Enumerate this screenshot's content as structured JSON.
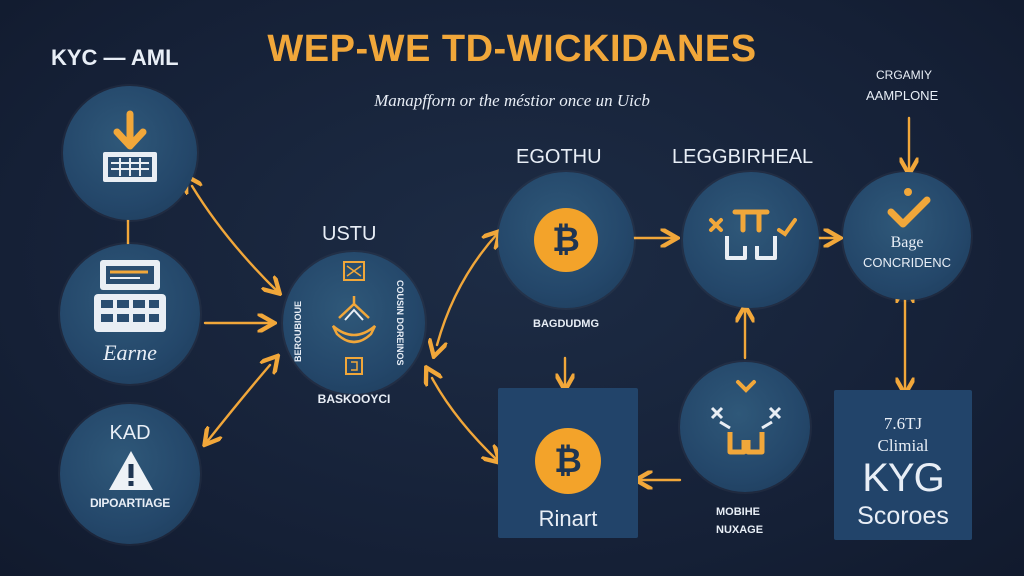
{
  "header": {
    "title": "WEP-WE TD-WICKIDANES",
    "subtitle": "Manapfforn or the méstior once un Uicb",
    "corner_label": "KYC — AML"
  },
  "nodes": {
    "kyc_download": {
      "label": ""
    },
    "earne": {
      "label": "Earne"
    },
    "kad": {
      "title": "KAD",
      "caption": "DIPOARTIAGE"
    },
    "hub": {
      "title": "USTU",
      "left_text": "BEROUBIOUE",
      "right_text": "COUSIN DOREINOS",
      "bottom_text": "BASKOOYCI"
    },
    "egothu": {
      "title": "EGOTHU",
      "coin": "₿",
      "caption": "BAGDUDMG"
    },
    "leggbirheal": {
      "title": "LEGGBIRHEAL"
    },
    "rinart": {
      "coin": "₿",
      "label": "Rinart"
    },
    "mobile": {
      "caption_line1": "MOBIHE",
      "caption_line2": "NUXAGE"
    },
    "badge": {
      "top_line1": "CRGAMIY",
      "top_line2": "AAMPLONE",
      "label_line1": "Bage",
      "label_line2": "CONCRIDENC"
    },
    "scores": {
      "line1": "7.6TJ",
      "line2": "Climial",
      "line3": "KYG",
      "line4": "Scoroes"
    }
  },
  "colors": {
    "accent": "#f1a73a",
    "background": "#172338",
    "node": "#24476a",
    "text": "#e8eef6"
  },
  "icons": [
    "download-arrow-icon",
    "scanner-icon",
    "warning-icon",
    "bitcoin-icon",
    "crown-icon",
    "checkmark-icon",
    "handshake-icon"
  ]
}
